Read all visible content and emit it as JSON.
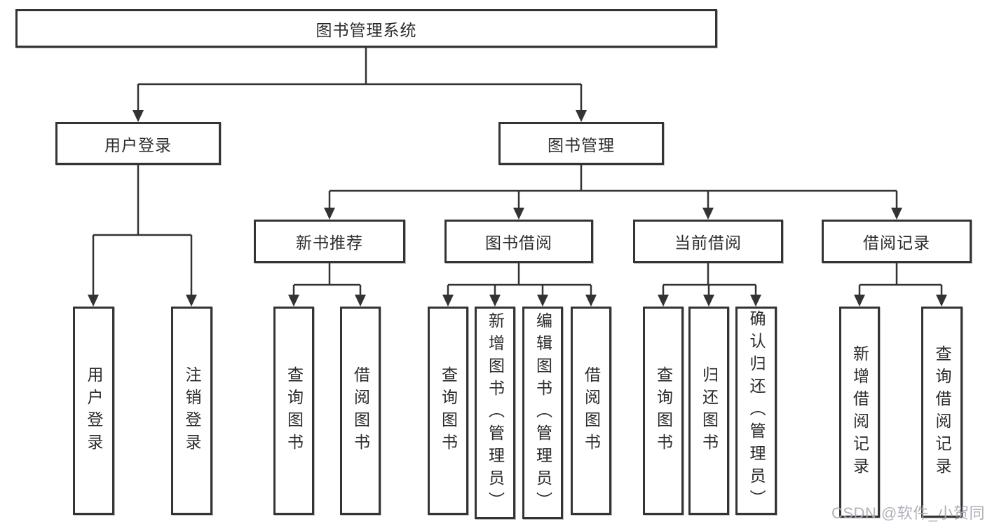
{
  "tree": {
    "root": {
      "label": "图书管理系统",
      "children": [
        {
          "label": "用户登录",
          "children": [
            {
              "label": "用户登录"
            },
            {
              "label": "注销登录"
            }
          ]
        },
        {
          "label": "图书管理",
          "children": [
            {
              "label": "新书推荐",
              "children": [
                {
                  "label": "查询图书"
                },
                {
                  "label": "借阅图书"
                }
              ]
            },
            {
              "label": "图书借阅",
              "children": [
                {
                  "label": "查询图书"
                },
                {
                  "label": "新增图书（管理员）"
                },
                {
                  "label": "编辑图书（管理员）"
                },
                {
                  "label": "借阅图书"
                }
              ]
            },
            {
              "label": "当前借阅",
              "children": [
                {
                  "label": "查询图书"
                },
                {
                  "label": "归还图书"
                },
                {
                  "label": "确认归还（管理员）"
                }
              ]
            },
            {
              "label": "借阅记录",
              "children": [
                {
                  "label": "新增借阅记录"
                },
                {
                  "label": "查询借阅记录"
                }
              ]
            }
          ]
        }
      ]
    }
  },
  "watermark": {
    "text": "CSDN @软件_小贺同学"
  },
  "colors": {
    "line": "#333333",
    "box_border": "#343434",
    "box_background": "#ffffff",
    "text": "#2b2b2b",
    "watermark": "#a8abb3"
  }
}
